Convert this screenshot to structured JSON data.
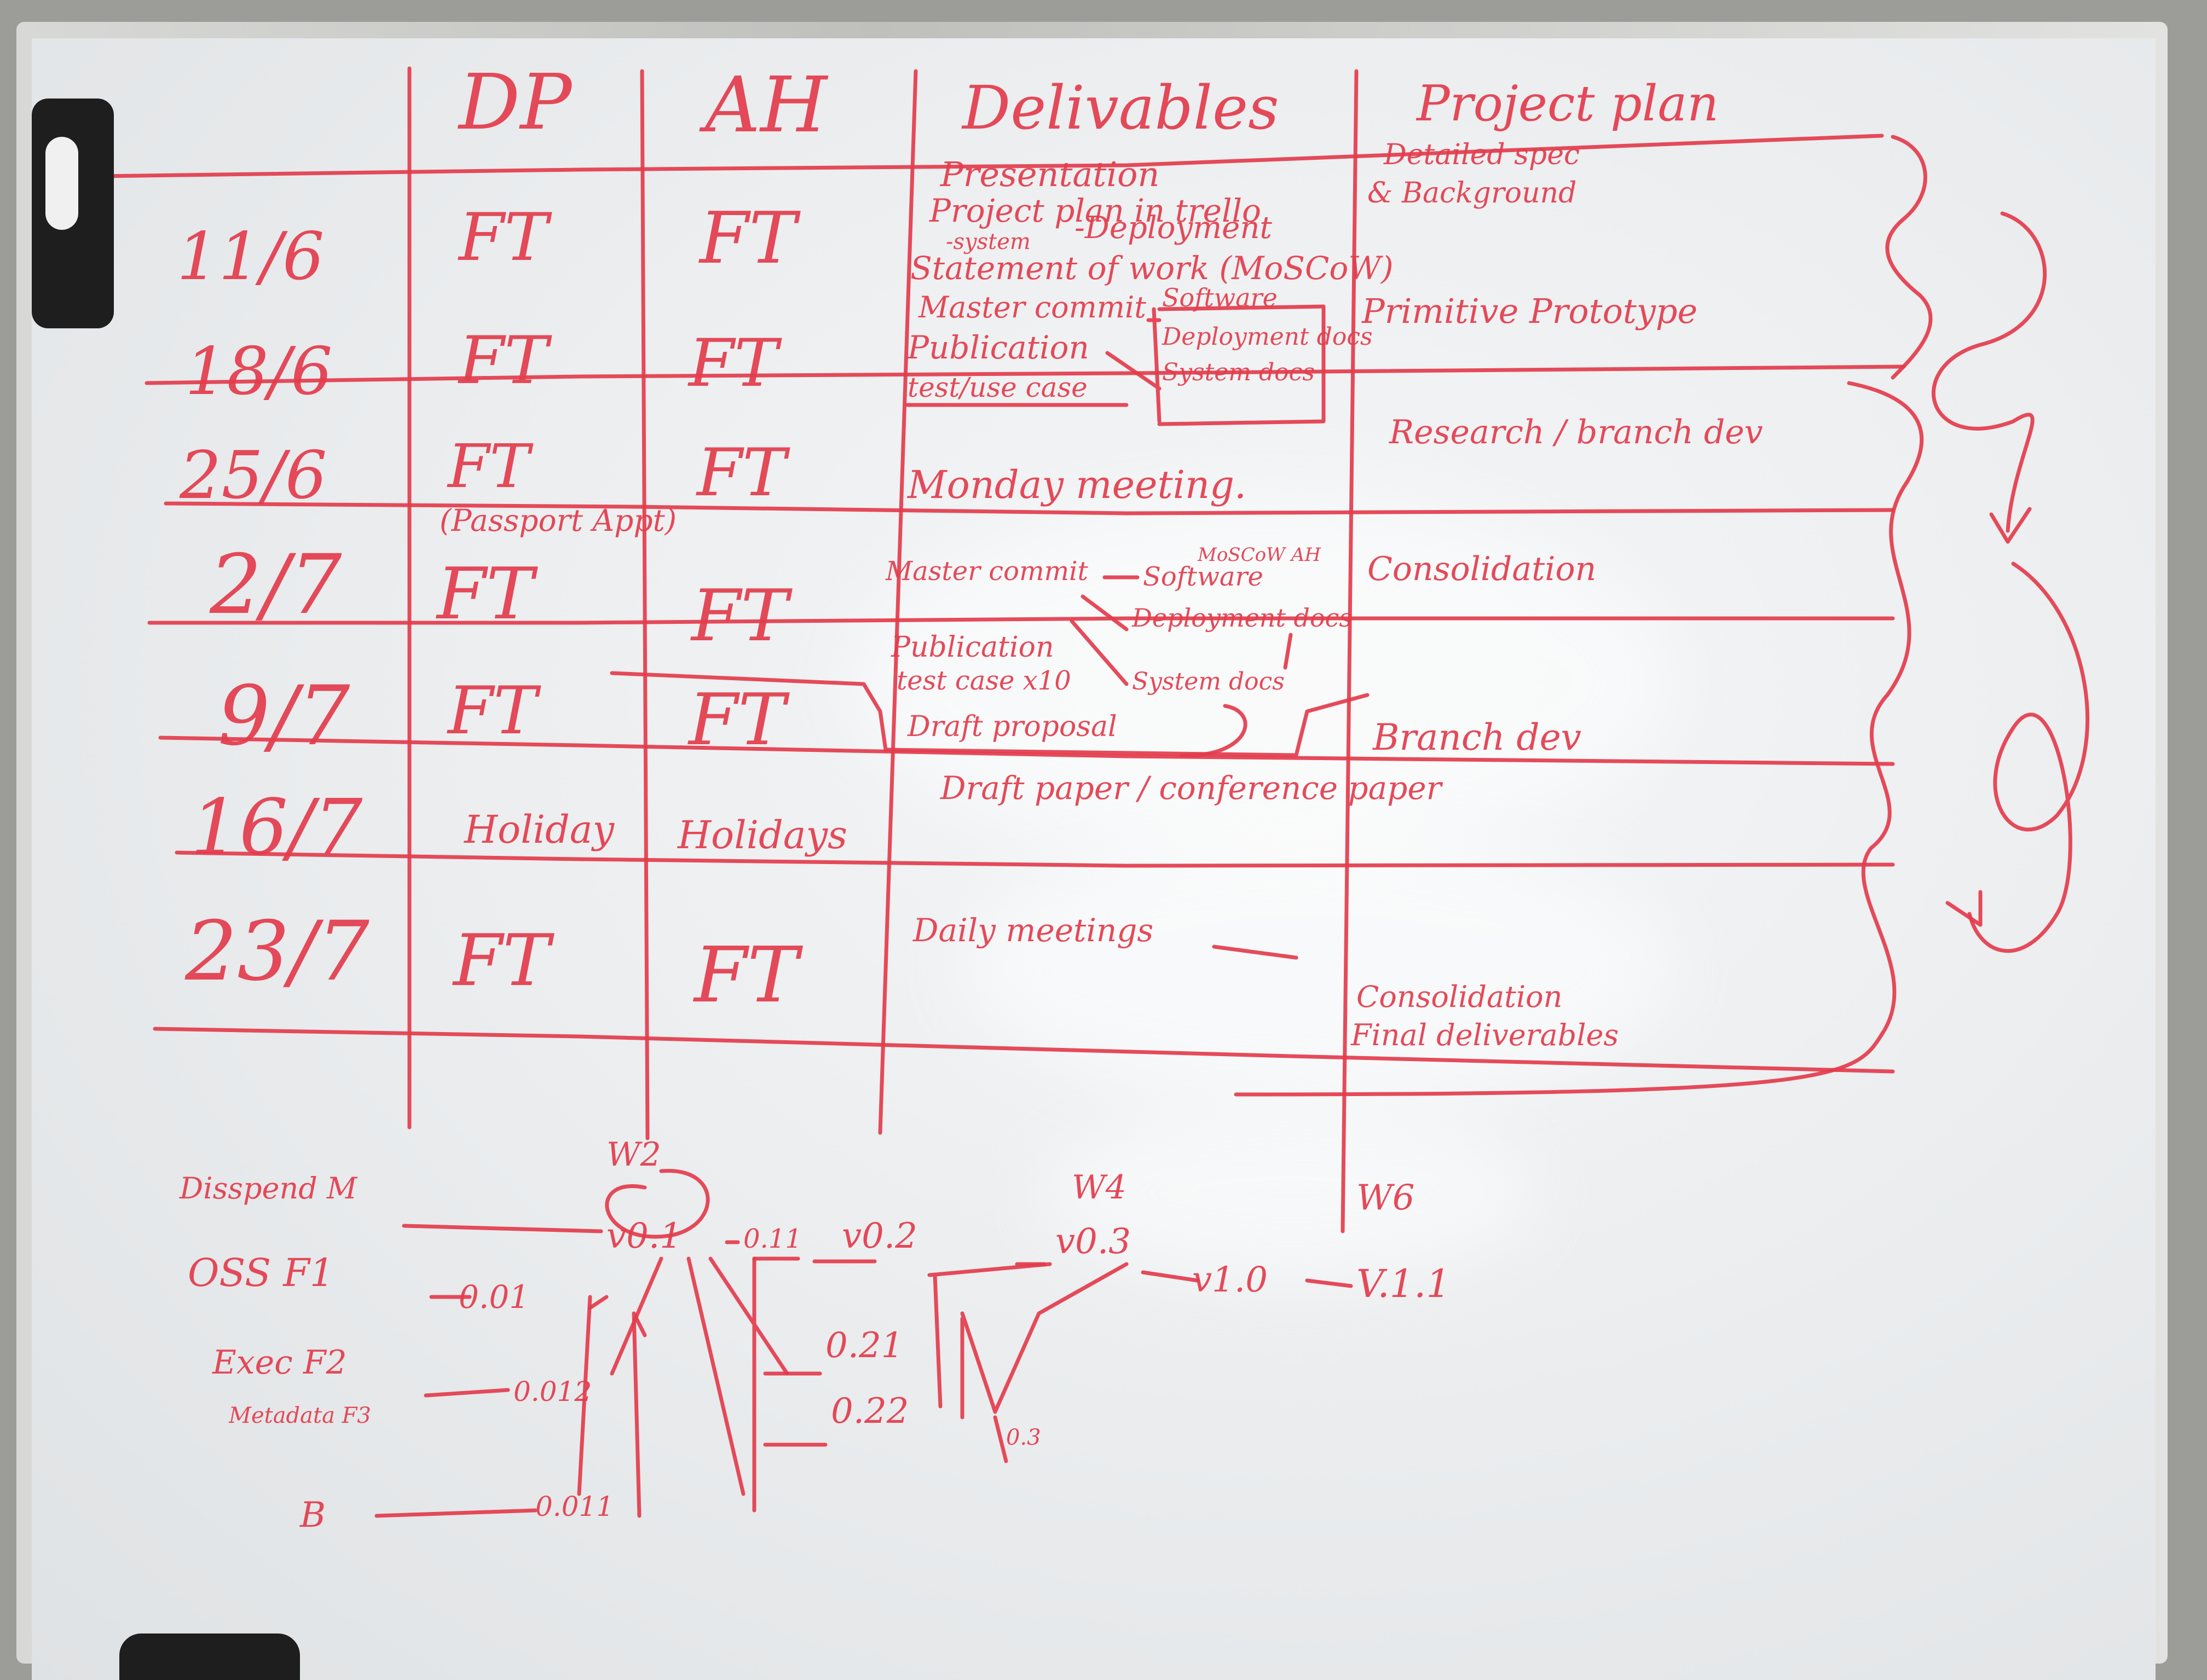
{
  "table": {
    "headers": [
      "DP",
      "AH",
      "Delivables",
      "Project plan"
    ],
    "rows": [
      {
        "date": "11/6",
        "dp": "FT",
        "ah": "FT"
      },
      {
        "date": "18/6",
        "dp": "FT",
        "ah": "FT"
      },
      {
        "date": "25/6",
        "dp": "FT",
        "dp_note": "(Passport Appt)",
        "ah": "FT"
      },
      {
        "date": "2/7",
        "dp": "FT",
        "ah": "FT"
      },
      {
        "date": "9/7",
        "dp": "FT",
        "ah": "FT"
      },
      {
        "date": "16/7",
        "dp": "Holiday",
        "ah": "Holidays"
      },
      {
        "date": "23/7",
        "dp": "FT",
        "ah": "FT"
      }
    ]
  },
  "deliverables": {
    "presentation": "Presentation",
    "project_plan_trello": "Project plan in trello",
    "system": "-system",
    "deployment": "-Deployment",
    "statement_of_work": "Statement of work (MoSCoW)",
    "master_commit": "Master commit",
    "software": "Software",
    "deployment_docs": "Deployment docs",
    "system_docs": "System docs",
    "publication": "Publication",
    "test_use_case": "test/use case",
    "monday_meeting": "Monday meeting.",
    "master_commit_2": "Master commit",
    "software_2": "Software",
    "moscow_ah": "MoSCoW AH",
    "deployment_docs_2": "Deployment docs",
    "publication_2": "Publication",
    "test_case_x10": "test case x10",
    "system_docs_2": "System docs",
    "draft_proposal": "Draft proposal",
    "draft_paper": "Draft paper / conference paper",
    "daily_meetings": "Daily meetings"
  },
  "project_plan": {
    "detailed_spec": "Detailed spec",
    "background": "& Background",
    "primitive_prototype": "Primitive Prototype",
    "research_branch_dev": "Research / branch dev",
    "consolidation": "Consolidation",
    "branch_dev": "Branch dev",
    "consolidation_final": "Consolidation",
    "final_deliverables": "Final deliverables"
  },
  "diagram": {
    "weeks": [
      "W2",
      "W4",
      "W6"
    ],
    "roles": [
      {
        "label": "Disspend M"
      },
      {
        "label": "OSS F1"
      },
      {
        "label": "Exec F2"
      },
      {
        "label": "Metadata F3"
      },
      {
        "label": "B"
      }
    ],
    "versions": [
      "v0.1",
      "0.11",
      "v0.2",
      "v0.3",
      "v1.0",
      "V.1.1",
      "0.01",
      "0.012",
      "0.011",
      "0.21",
      "0.22",
      "0.3"
    ]
  },
  "ink_color": "#e33c4c"
}
